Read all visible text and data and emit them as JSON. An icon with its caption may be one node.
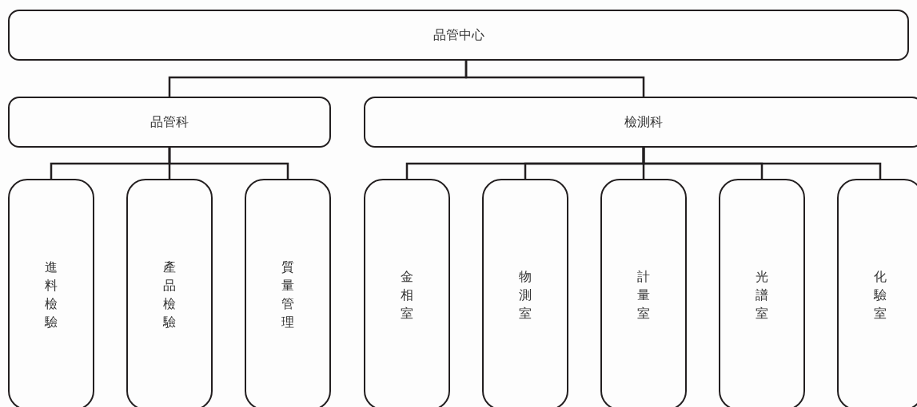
{
  "diagram": {
    "nodes": [
      {
        "text": [
          "品管中心"
        ]
      },
      {
        "text": [
          "品管科"
        ]
      },
      {
        "text": [
          "檢測科"
        ]
      },
      {
        "text": [
          "進料檢驗"
        ]
      },
      {
        "text": [
          "產品檢驗"
        ]
      },
      {
        "text": [
          "質量管理"
        ]
      },
      {
        "text": [
          "金相室"
        ]
      },
      {
        "text": [
          "物測室"
        ]
      },
      {
        "text": [
          "計量室"
        ]
      },
      {
        "text": [
          "光譜室"
        ]
      },
      {
        "text": [
          "化驗室"
        ]
      }
    ],
    "edges": [
      {
        "from": 0,
        "to": 1,
        "arrow": "none"
      },
      {
        "from": 0,
        "to": 2,
        "arrow": "none"
      },
      {
        "from": 1,
        "to": 3,
        "arrow": "none"
      },
      {
        "from": 1,
        "to": 4,
        "arrow": "none"
      },
      {
        "from": 1,
        "to": 5,
        "arrow": "none"
      },
      {
        "from": 2,
        "to": 6,
        "arrow": "none"
      },
      {
        "from": 2,
        "to": 7,
        "arrow": "none"
      },
      {
        "from": 2,
        "to": 8,
        "arrow": "none"
      },
      {
        "from": 2,
        "to": 9,
        "arrow": "none"
      },
      {
        "from": 2,
        "to": 10,
        "arrow": "none"
      }
    ]
  }
}
